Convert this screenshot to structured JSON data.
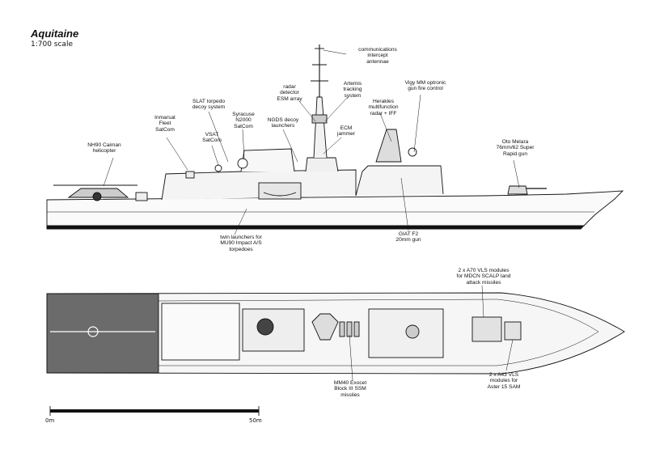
{
  "header": {
    "title": "Aquitaine",
    "scale": "1:700 scale"
  },
  "labels": {
    "comm_antennae": "communications\nintercept\nantennae",
    "radar_detector": "radar\ndetector\nESM array",
    "artemis": "Artemis\ntracking\nsystem",
    "vigy": "Vigy MM optronic\ngun fire control",
    "herakles": "Herakles\nmultifunction\nradar + IFF",
    "slat": "SLAT torpedo\ndecoy system",
    "syracuse": "Syracuse\nN2000\nSatCom",
    "ngds": "NGDS decoy\nlaunchers",
    "ecm": "ECM\njammer",
    "inmarsat": "Inmarsat\nFleet\nSatCom",
    "vsat": "VSAT\nSatCom",
    "nh90": "NH90 Caiman\nhelicopter",
    "oto": "Oto Melara\n76mm/62 Super\nRapid gun",
    "twin_launchers": "twin launchers for\nMU90 Impact A/S\ntorpedoes",
    "giat": "GIAT F2\n20mm gun",
    "a70": "2 x A70 VLS modules\nfor MDCN SCALP land\nattack missiles",
    "mm40": "MM40 Exocet\nBlock III SSM\nmissiles",
    "a43": "2 x A43 VLS\nmodules for\nAster 15 SAM"
  },
  "scale_bar": {
    "start": "0m",
    "end": "50m"
  }
}
